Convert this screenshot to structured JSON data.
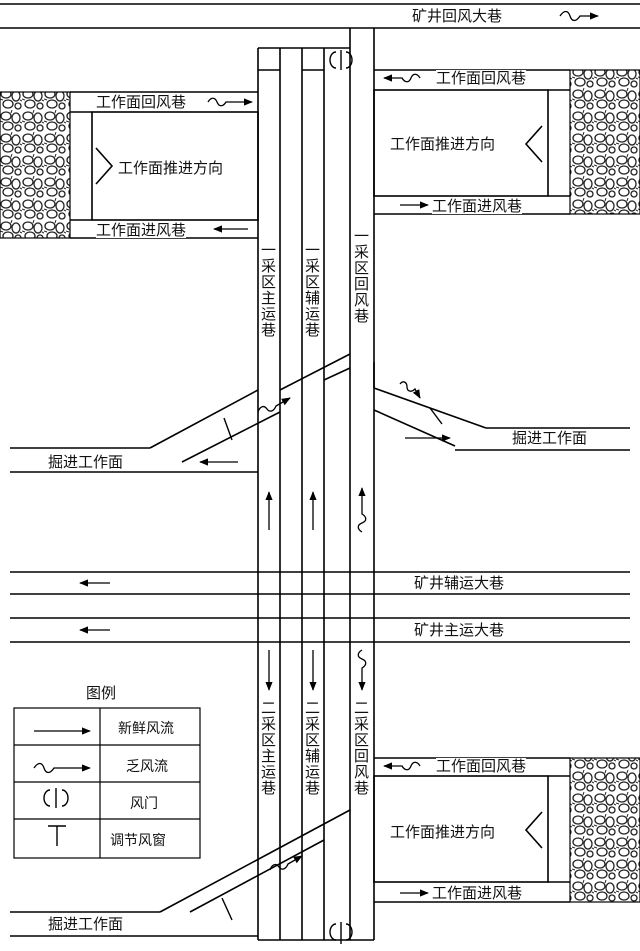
{
  "labels": {
    "main_return_roadway": "矿井回风大巷",
    "return_right_top": "工作面回风巷",
    "return_left": "工作面回风巷",
    "advance_left": "工作面推进方向",
    "advance_right_top": "工作面推进方向",
    "intake_right_top": "工作面进风巷",
    "intake_left": "工作面进风巷",
    "heading_right": "掘进工作面",
    "heading_left": "掘进工作面",
    "main_aux_roadway": "矿井辅运大巷",
    "main_haul_roadway": "矿井主运大巷",
    "return_right_bottom": "工作面回风巷",
    "advance_right_bottom": "工作面推进方向",
    "intake_right_bottom": "工作面进风巷",
    "heading_bottom_left": "掘进工作面"
  },
  "vertical_labels": {
    "zone1_main": "一采区主运巷",
    "zone1_aux": "一采区辅运巷",
    "zone1_return": "一采区回风巷",
    "zone2_main": "二采区主运巷",
    "zone2_aux": "二采区辅运巷",
    "zone2_return": "二采区回风巷"
  },
  "legend": {
    "title": "图例",
    "items": [
      {
        "symbol": "fresh-air-arrow",
        "label": "新鲜风流"
      },
      {
        "symbol": "stale-air-arrow",
        "label": "乏风流"
      },
      {
        "symbol": "air-door",
        "label": "风门"
      },
      {
        "symbol": "regulator-window",
        "label": "调节风窗"
      }
    ]
  }
}
